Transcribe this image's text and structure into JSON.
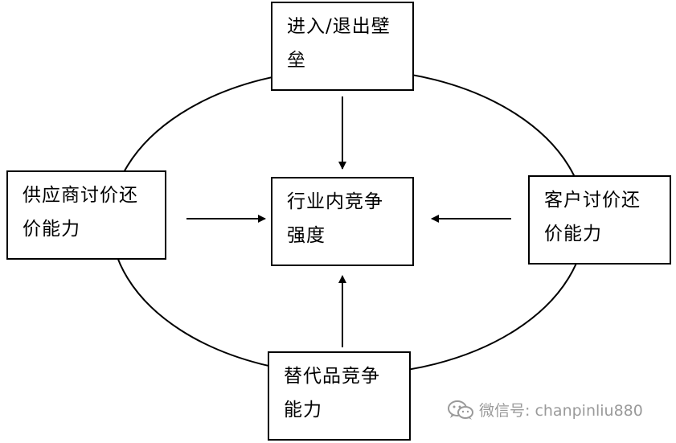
{
  "diagram": {
    "top_box": {
      "line1": "进入/退出壁",
      "line2": "垒"
    },
    "center_box": {
      "line1": "行业内竞争",
      "line2": "强度"
    },
    "left_box": {
      "line1": "供应商讨价还",
      "line2": "价能力"
    },
    "right_box": {
      "line1": "客户讨价还",
      "line2": "价能力"
    },
    "bottom_box": {
      "line1": "替代品竞争",
      "line2": "能力"
    }
  },
  "watermark": {
    "icon": "wechat-icon",
    "text": "微信号: chanpinliu880"
  }
}
